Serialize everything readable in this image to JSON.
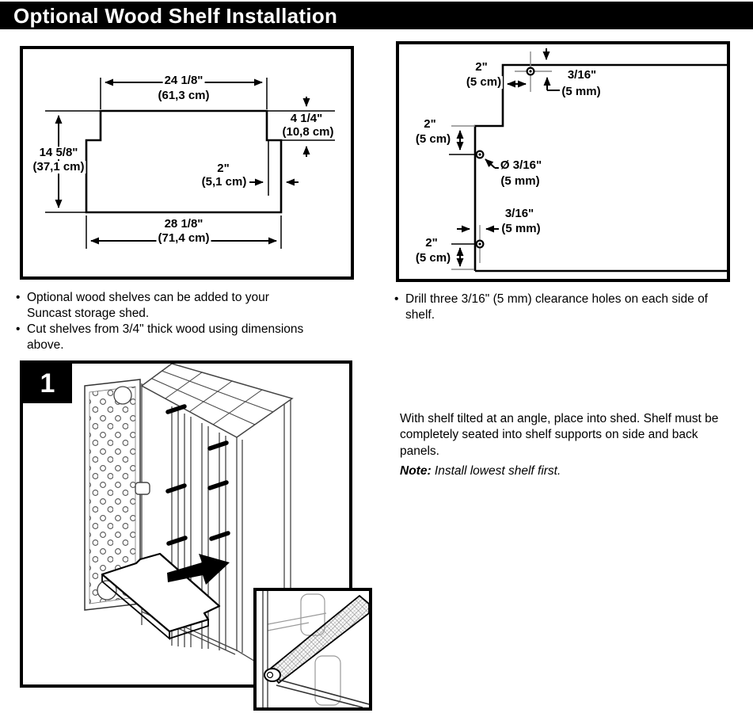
{
  "title": "Optional Wood Shelf Installation",
  "dimension_diagram": {
    "top_width_in": "24 1/8\"",
    "top_width_cm": "(61,3 cm)",
    "corner_depth_in": "4 1/4\"",
    "corner_depth_cm": "(10,8 cm)",
    "height_in": "14 5/8\"",
    "height_cm": "(37,1 cm)",
    "corner_width_in": "2\"",
    "corner_width_cm": "(5,1 cm)",
    "bottom_width_in": "28 1/8\"",
    "bottom_width_cm": "(71,4 cm)"
  },
  "holes_diagram": {
    "top_offset_in": "2\"",
    "top_offset_cm": "(5 cm)",
    "top_edge_in": "3/16\"",
    "top_edge_cm": "(5 mm)",
    "mid_offset_in": "2\"",
    "mid_offset_cm": "(5 cm)",
    "diameter_in": "Ø 3/16\"",
    "diameter_cm": "(5 mm)",
    "bottom_edge_in": "3/16\"",
    "bottom_edge_cm": "(5 mm)",
    "bottom_offset_in": "2\"",
    "bottom_offset_cm": "(5 cm)"
  },
  "notes_left": [
    "Optional wood shelves can be added to your Suncast storage shed.",
    "Cut shelves from 3/4\" thick wood using dimensions above."
  ],
  "notes_right": [
    "Drill three 3/16\" (5 mm) clearance holes on each side of shelf."
  ],
  "step": {
    "number": "1",
    "instruction": "With shelf tilted at an angle, place into shed. Shelf must be completely seated into shelf supports on side and back panels.",
    "note_label": "Note:",
    "note_text": "Install lowest shelf first."
  },
  "colors": {
    "ink": "#000000",
    "paper": "#ffffff",
    "line_gray": "#8a8a8a"
  }
}
